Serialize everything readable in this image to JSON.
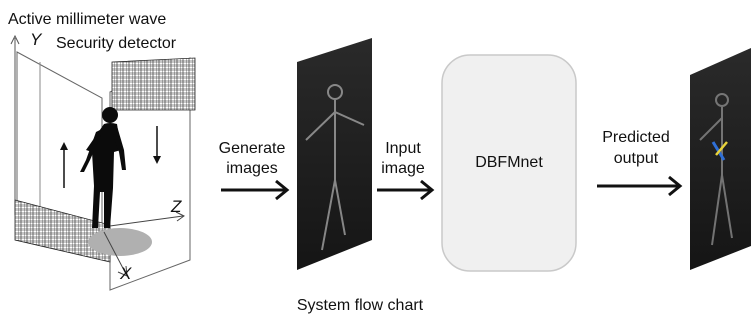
{
  "detector": {
    "title_line1": "Active millimeter wave",
    "title_line2": "Security detector",
    "axis_x": "X",
    "axis_y": "Y",
    "axis_z": "Z"
  },
  "steps": {
    "generate": {
      "line1": "Generate",
      "line2": "images"
    },
    "input": {
      "line1": "Input",
      "line2": "image"
    },
    "model": "DBFMnet",
    "predicted": {
      "line1": "Predicted",
      "line2": "output"
    }
  },
  "caption": "System flow chart",
  "colors": {
    "box_fill": "#f0f0f0",
    "box_stroke": "#c9c9c9",
    "scan_bg": "#111111",
    "arrow": "#111111",
    "marker_blue": "#2f6fd6",
    "marker_yellow": "#e8d23a"
  }
}
